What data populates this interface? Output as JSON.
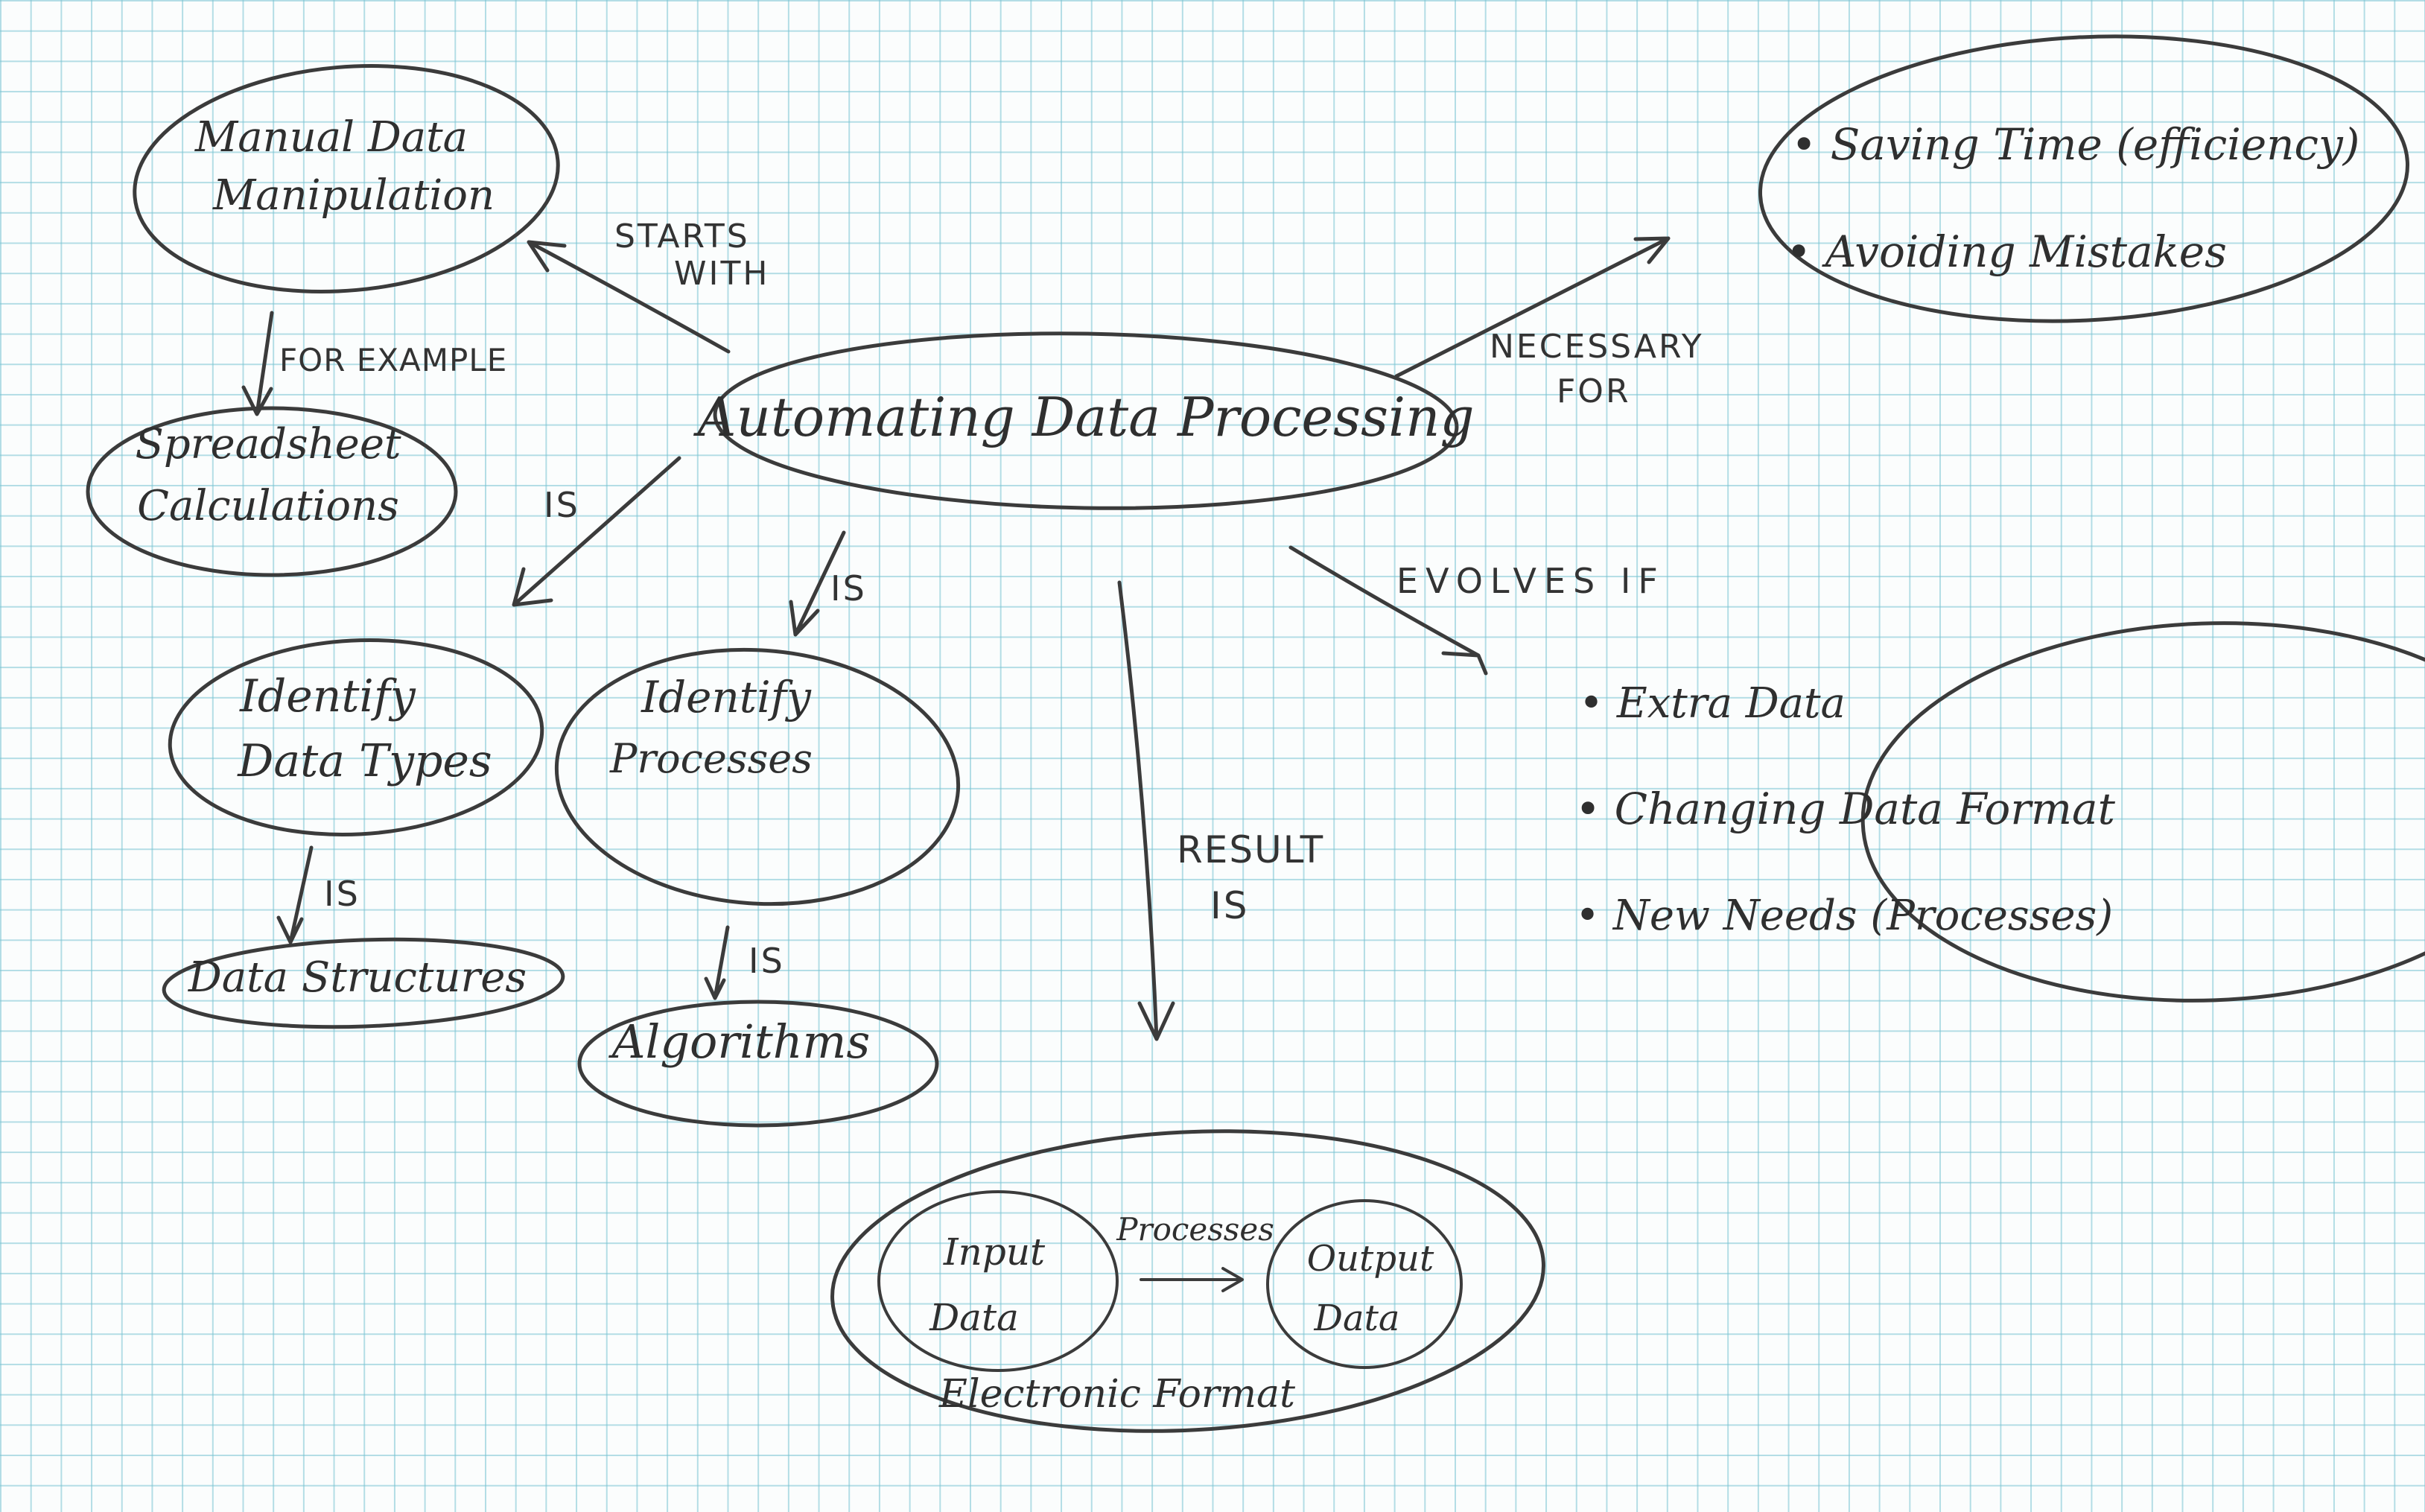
{
  "concept_map": {
    "central": "Automating Data Processing",
    "manual": {
      "line1": "Manual Data",
      "line2": "Manipulation"
    },
    "spreadsheet": {
      "line1": "Spreadsheet",
      "line2": "Calculations"
    },
    "benefits": {
      "item1": "Saving Time (efficiency)",
      "item2": "Avoiding Mistakes"
    },
    "evolves": {
      "item1": "Extra Data",
      "item2": "Changing Data Format",
      "item3": "New Needs (Processes)"
    },
    "data_types": {
      "line1": "Identify",
      "line2": "Data Types"
    },
    "processes": {
      "line1": "Identify",
      "line2": "Processes"
    },
    "data_structures": "Data Structures",
    "algorithms": "Algorithms",
    "electronic": {
      "input": {
        "line1": "Input",
        "line2": "Data"
      },
      "output": {
        "line1": "Output",
        "line2": "Data"
      },
      "arrow_label": "Processes",
      "caption": "Electronic Format"
    }
  },
  "links": {
    "starts_with": {
      "line1": "STARTS",
      "line2": "WITH"
    },
    "for_example": "FOR EXAMPLE",
    "necessary_for": {
      "line1": "NECESSARY",
      "line2": "FOR"
    },
    "evolves_if": "EVOLVES IF",
    "is_types": "IS",
    "is_processes": "IS",
    "is_structures": "IS",
    "is_algorithms": "IS",
    "result_is": {
      "line1": "RESULT",
      "line2": "IS"
    }
  },
  "colors": {
    "ink": "#3b3b3b",
    "grid": "#78c3d2",
    "paper": "#fbfdfd"
  }
}
